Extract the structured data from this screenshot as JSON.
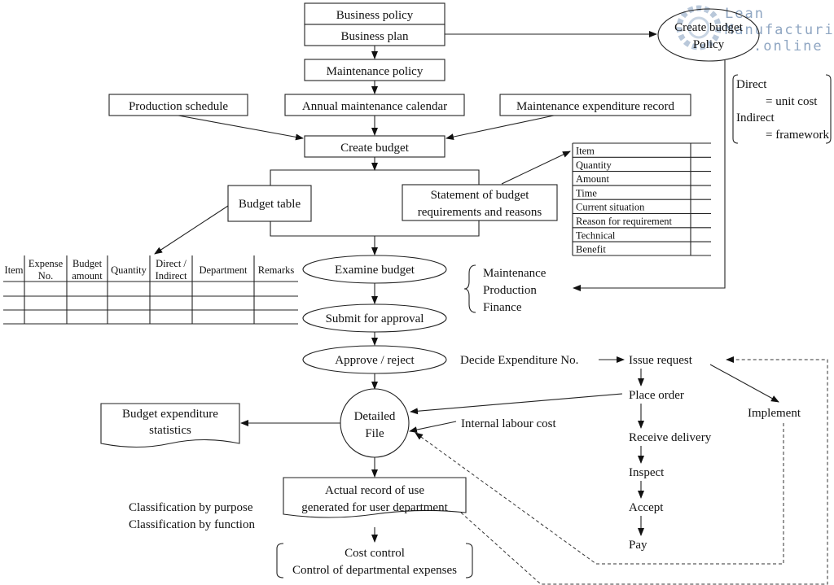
{
  "flow": {
    "business_policy": "Business policy",
    "business_plan": "Business plan",
    "maintenance_policy": "Maintenance policy",
    "annual_calendar": "Annual maintenance calendar",
    "production_schedule": "Production schedule",
    "expenditure_record": "Maintenance expenditure record",
    "create_budget": "Create budget",
    "budget_table": "Budget table",
    "statement_line1": "Statement of budget",
    "statement_line2": "requirements and reasons",
    "examine_budget": "Examine budget",
    "submit_approval": "Submit for approval",
    "approve_reject": "Approve / reject",
    "detailed_file_line1": "Detailed",
    "detailed_file_line2": "File",
    "budget_stats_line1": "Budget expenditure",
    "budget_stats_line2": "statistics",
    "internal_labour": "Internal labour cost",
    "actual_record_line1": "Actual record of use",
    "actual_record_line2": "generated for user department",
    "class_purpose": "Classification by purpose",
    "class_function": "Classification by function",
    "cost_control_line1": "Cost control",
    "cost_control_line2": "Control of departmental expenses"
  },
  "policy_ellipse": {
    "line1": "Create budget",
    "line2": "Policy"
  },
  "direct_indirect": [
    "Direct",
    "= unit cost",
    "Indirect",
    "= framework"
  ],
  "examiners": [
    "Maintenance",
    "Production",
    "Finance"
  ],
  "statement_items": [
    "Item",
    "Quantity",
    "Amount",
    "Time",
    "Current situation",
    "Reason for requirement",
    "Technical",
    "Benefit"
  ],
  "budget_table_columns": [
    {
      "line1": "Item",
      "line2": ""
    },
    {
      "line1": "Expense",
      "line2": "No."
    },
    {
      "line1": "Budget",
      "line2": "amount"
    },
    {
      "line1": "Quantity",
      "line2": ""
    },
    {
      "line1": "Direct /",
      "line2": "Indirect"
    },
    {
      "line1": "Department",
      "line2": ""
    },
    {
      "line1": "Remarks",
      "line2": ""
    }
  ],
  "procurement": {
    "decide_no": "Decide Expenditure No.",
    "steps": [
      "Issue request",
      "Place order",
      "Receive delivery",
      "Inspect",
      "Accept",
      "Pay"
    ],
    "implement": "Implement"
  },
  "watermark": {
    "line1": "Lean",
    "line2": "Manufacturing",
    "line3": ".online"
  }
}
